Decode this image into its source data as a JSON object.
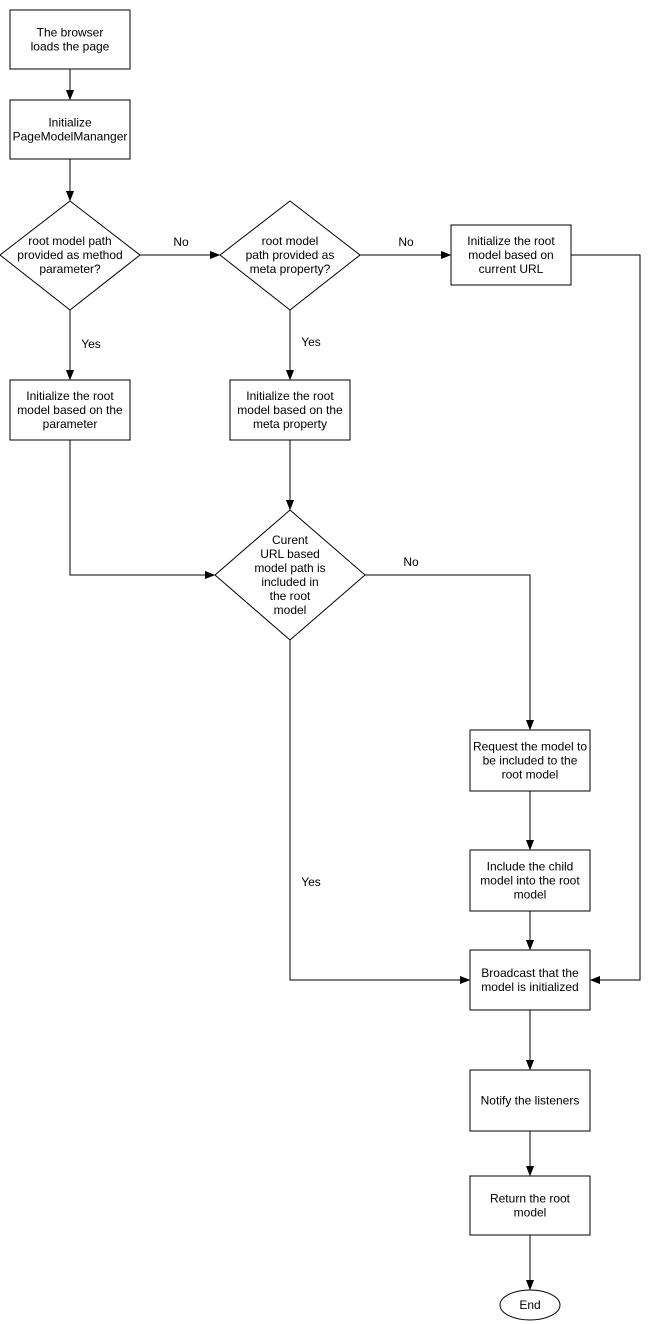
{
  "nodes": {
    "start": "The browser\nloads the page",
    "init_manager": "Initialize\nPageModelMananger",
    "decision_param": "root model path\nprovided as method\nparameter?",
    "decision_meta": "root model\npath provided as\nmeta property?",
    "init_url": "Initialize the root\nmodel based on\ncurrent URL",
    "init_param": "Initialize the root\nmodel based on the\nparameter",
    "init_meta": "Initialize the root\nmodel based on the\nmeta property",
    "decision_included": "Curent\nURL based\nmodel path is\nincluded in\nthe root\nmodel",
    "request_model": "Request the model to\nbe included to the\nroot model",
    "include_child": "Include the child\nmodel into the root\nmodel",
    "broadcast": "Broadcast that the\nmodel is initialized",
    "notify": "Notify the listeners",
    "return_root": "Return the root\nmodel",
    "end": "End"
  },
  "edge_labels": {
    "param_no": "No",
    "meta_no": "No",
    "param_yes": "Yes",
    "meta_yes": "Yes",
    "included_no": "No",
    "included_yes": "Yes"
  }
}
